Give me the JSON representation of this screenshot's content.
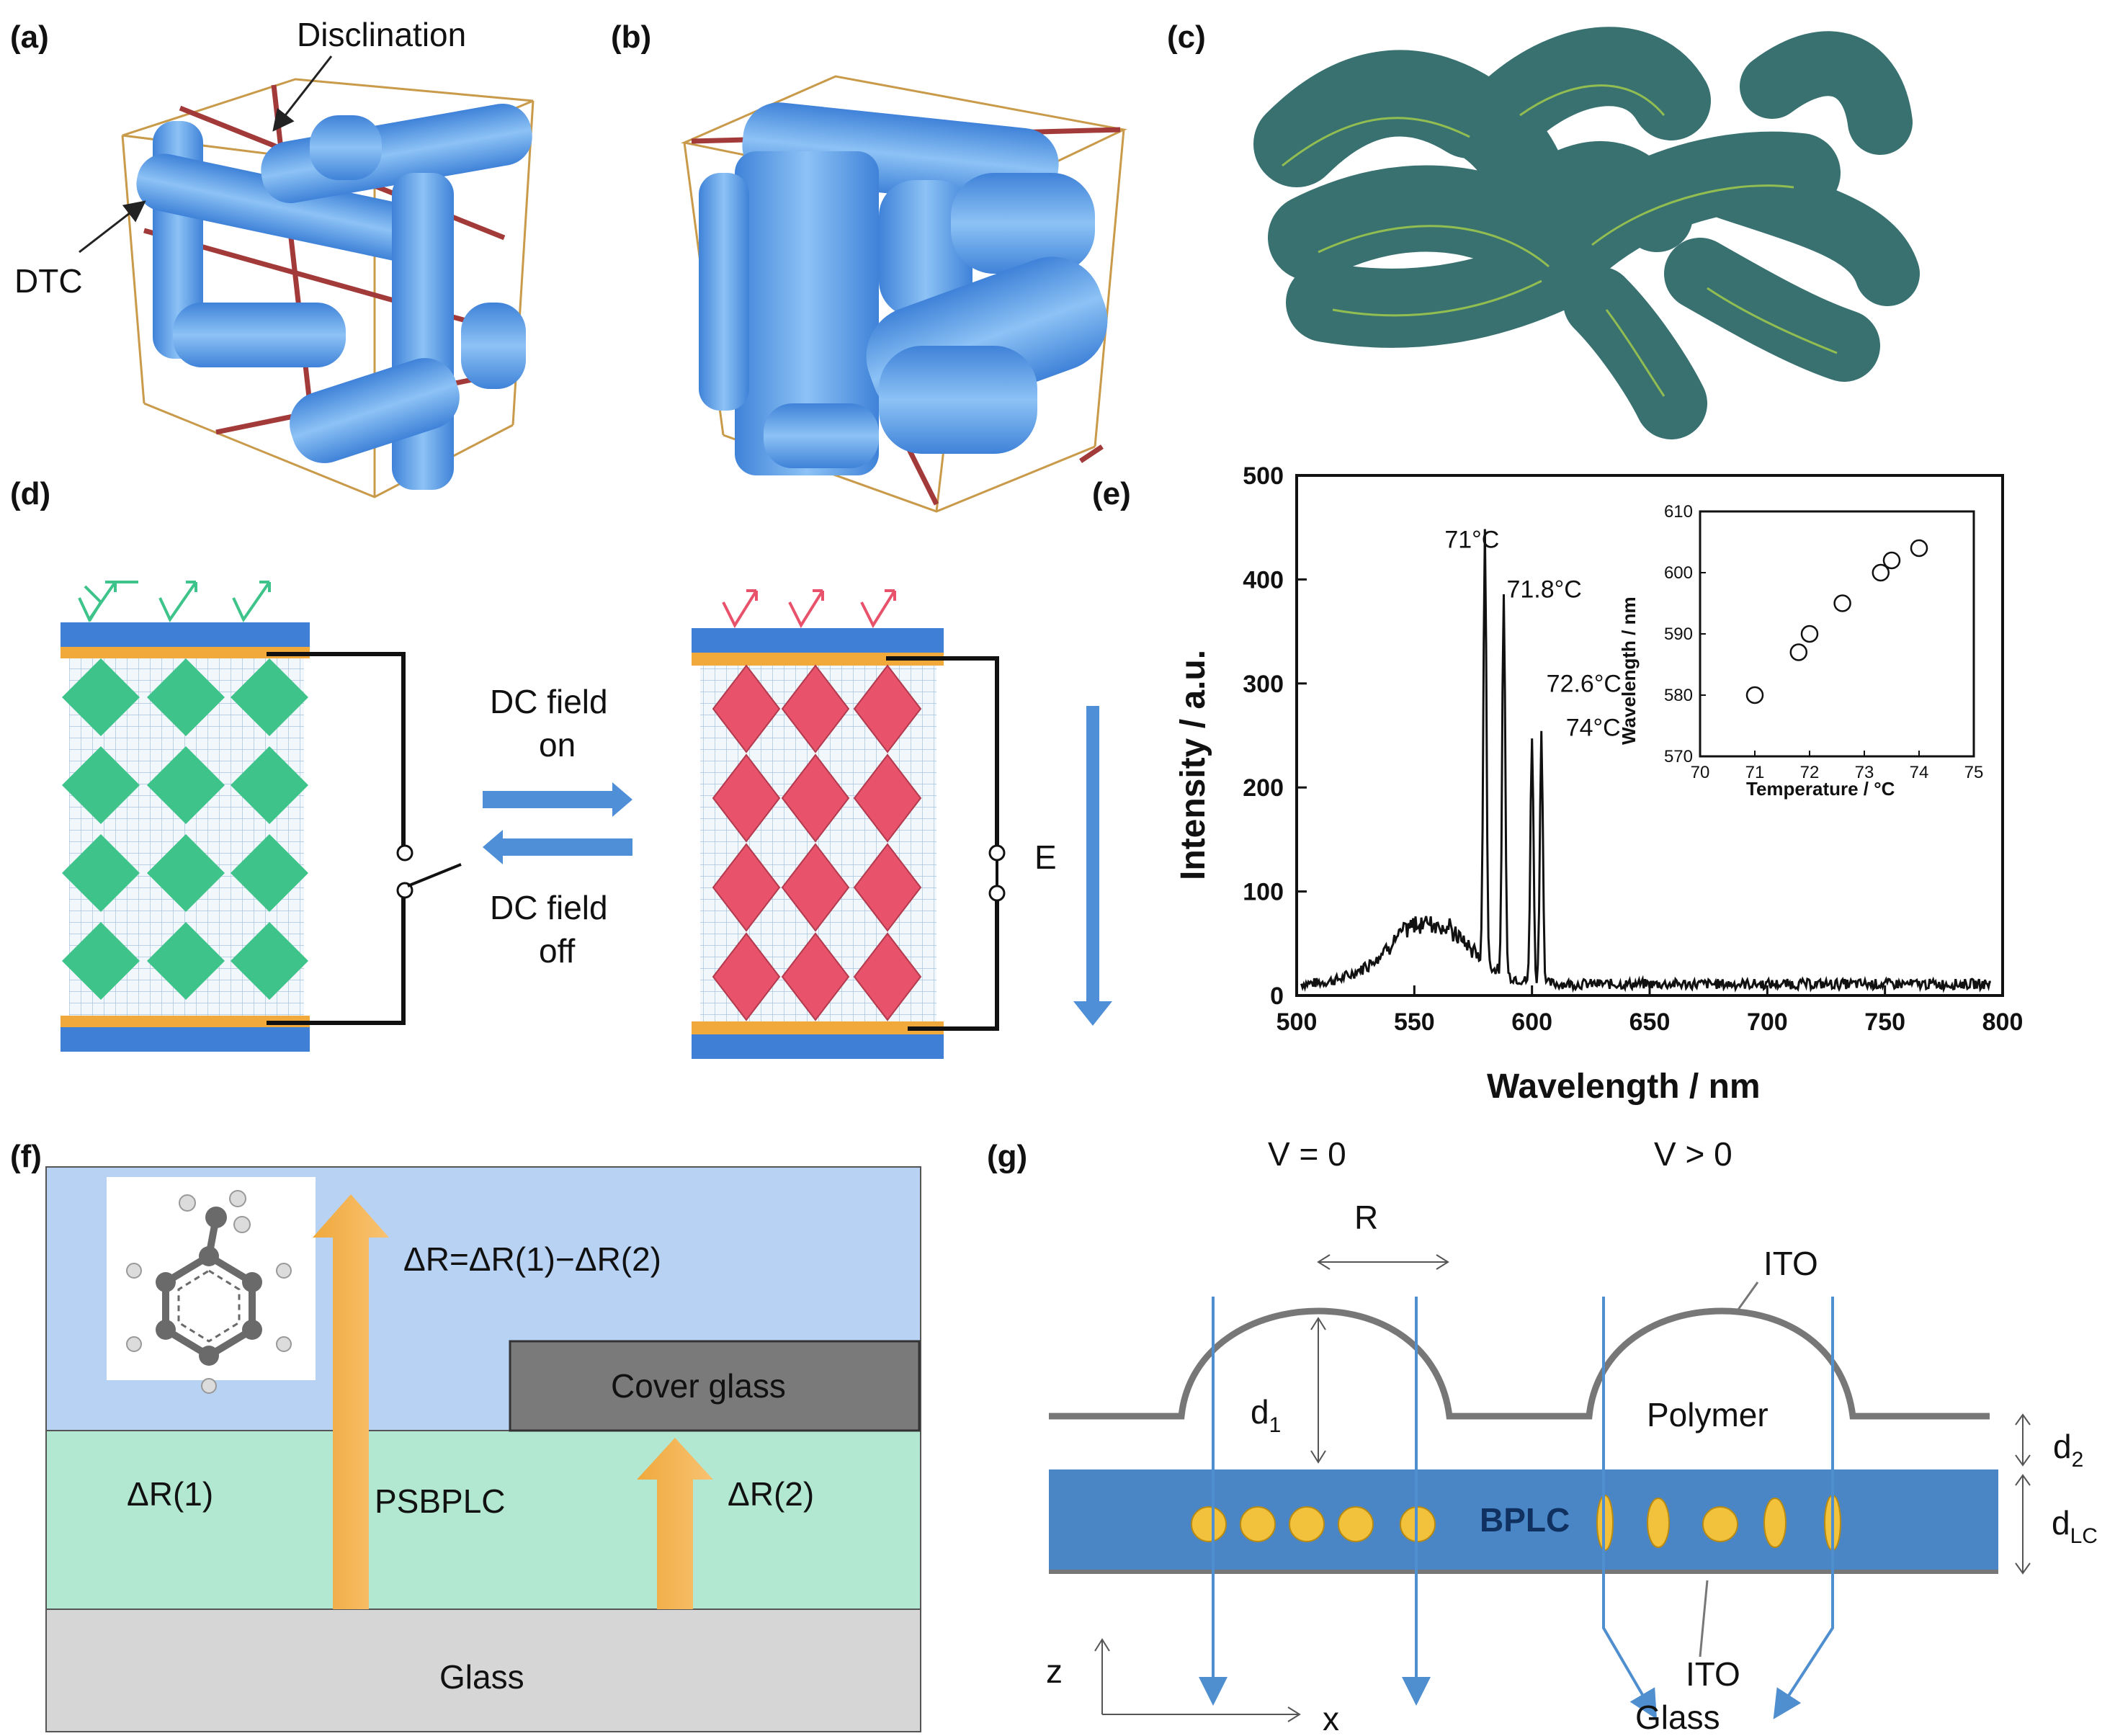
{
  "panel_labels": [
    "(a)",
    "(b)",
    "(c)",
    "(d)",
    "(e)",
    "(f)",
    "(g)"
  ],
  "panel_a": {
    "disclination_label": "Disclination",
    "dtc_label": "DTC"
  },
  "panel_d": {
    "switch_on_label_1": "DC field",
    "switch_on_label_2": "on",
    "switch_off_label_1": "DC field",
    "switch_off_label_2": "off",
    "field_label": "E",
    "colors": {
      "off_state": "#3ec48a",
      "on_state": "#e8536b",
      "electrode": "#f2a93b",
      "substrate": "#3f7fd6"
    }
  },
  "panel_f": {
    "delta_r_equation": "ΔR=ΔR(1)−ΔR(2)",
    "cover_glass_label": "Cover glass",
    "delta_r1_label": "ΔR(1)",
    "psbplc_label": "PSBPLC",
    "delta_r2_label": "ΔR(2)",
    "glass_label": "Glass"
  },
  "panel_g": {
    "v0_label": "V = 0",
    "vpos_label": "V > 0",
    "r_label": "R",
    "ito_top_label": "ITO",
    "d1_label": "d",
    "d1_sub": "1",
    "polymer_label": "Polymer",
    "d2_label": "d",
    "d2_sub": "2",
    "bplc_label": "BPLC",
    "dlc_label": "d",
    "dlc_sub": "LC",
    "ito_bottom_label": "ITO",
    "glass_label": "Glass",
    "z_label": "z",
    "x_label": "x"
  },
  "chart_data": [
    {
      "type": "line",
      "xlabel": "Wavelength / nm",
      "ylabel": "Intensity / a.u.",
      "xlim": [
        500,
        800
      ],
      "ylim": [
        0,
        500
      ],
      "xticks": [
        500,
        550,
        600,
        650,
        700,
        750,
        800
      ],
      "yticks": [
        0,
        100,
        200,
        300,
        400,
        500
      ],
      "grid": false,
      "peaks": [
        {
          "label": "71°C",
          "x": 580,
          "y": 418
        },
        {
          "label": "71.8°C",
          "x": 588,
          "y": 370
        },
        {
          "label": "72.6°C",
          "x": 600,
          "y": 238
        },
        {
          "label": "74°C",
          "x": 604,
          "y": 240
        }
      ],
      "background_hump": {
        "center": 556,
        "height": 60
      }
    },
    {
      "type": "scatter",
      "xlabel": "Temperature / °C",
      "ylabel": "Wavelength / nm",
      "xlim": [
        70,
        75
      ],
      "ylim": [
        570,
        610
      ],
      "xticks": [
        70,
        71,
        72,
        73,
        74,
        75
      ],
      "yticks": [
        570,
        580,
        590,
        600,
        610
      ],
      "x": [
        71.0,
        71.8,
        72.0,
        72.6,
        73.3,
        73.5,
        74.0
      ],
      "y": [
        580,
        587,
        590,
        595,
        600,
        602,
        604
      ]
    }
  ]
}
